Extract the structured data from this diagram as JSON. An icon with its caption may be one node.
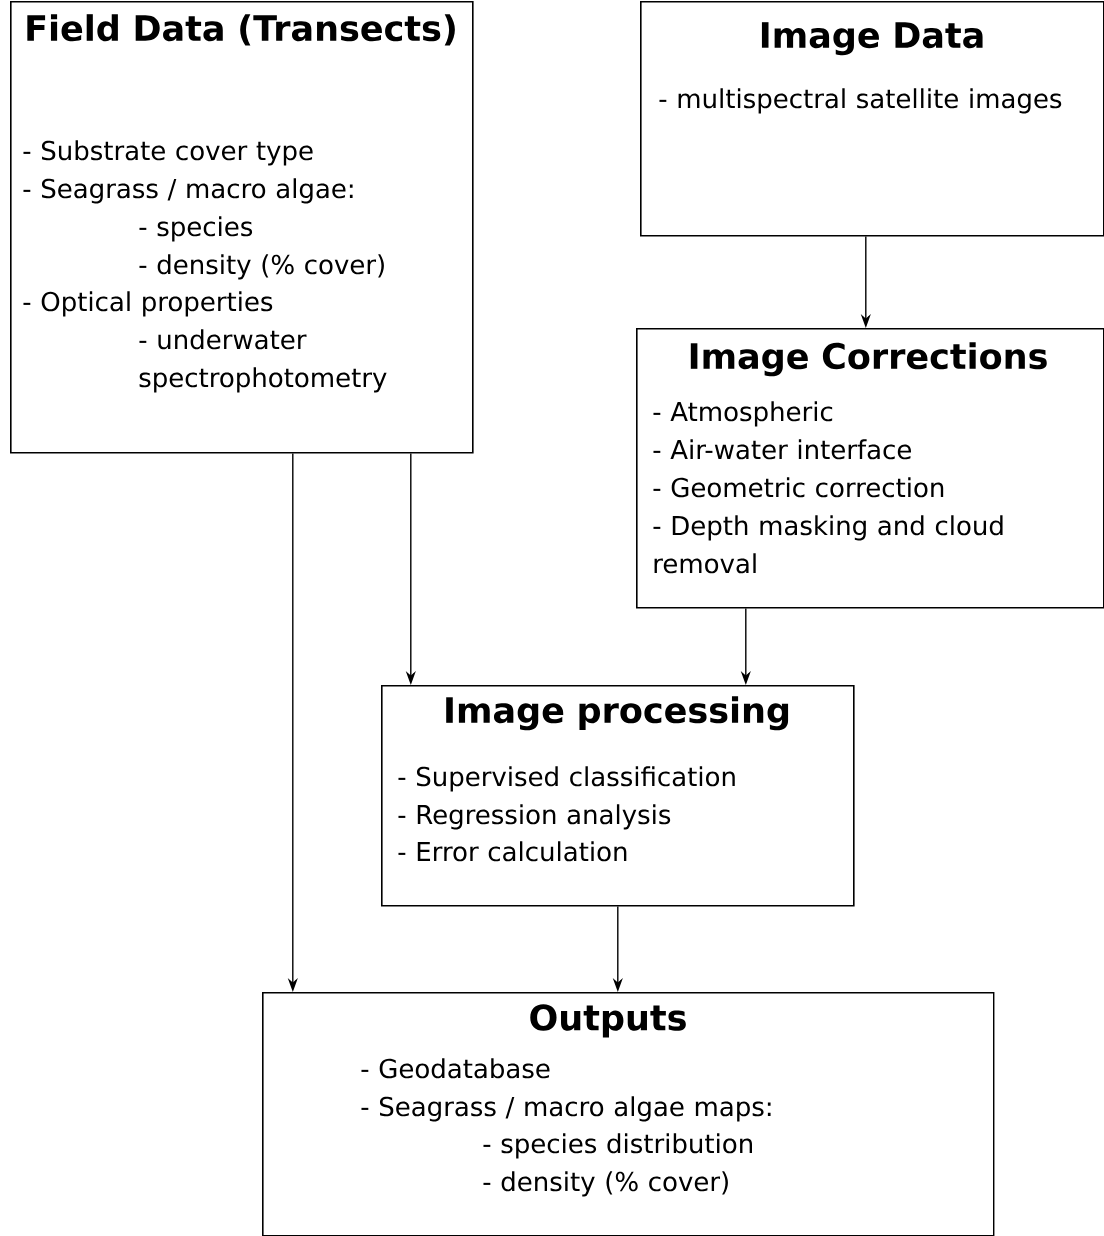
{
  "diagram": {
    "nodes": [
      {
        "text": [
          "Field Data (Transects)",
          "- Substrate cover type",
          "- Seagrass / macro algae:",
          "- species",
          "- density (% cover)",
          "- Optical properties",
          "- underwater spectrophotometry"
        ]
      },
      {
        "text": [
          "Image Data",
          "- multispectral satellite images"
        ]
      },
      {
        "text": [
          "Image Corrections",
          "- Atmospheric",
          "- Air-water interface",
          "- Geometric correction",
          "- Depth masking and cloud removal"
        ]
      },
      {
        "text": [
          "Image processing",
          "- Supervised classification",
          "- Regression analysis",
          "- Error calculation"
        ]
      },
      {
        "text": [
          "Outputs",
          "- Geodatabase",
          "- Seagrass / macro algae maps:",
          "- species distribution",
          "- density (% cover)"
        ]
      }
    ],
    "edges": [
      {
        "from": 1,
        "to": 2,
        "arrow": "to"
      },
      {
        "from": 0,
        "to": 3,
        "arrow": "to"
      },
      {
        "from": 2,
        "to": 3,
        "arrow": "to"
      },
      {
        "from": 0,
        "to": 4,
        "arrow": "to"
      },
      {
        "from": 3,
        "to": 4,
        "arrow": "to"
      }
    ]
  }
}
